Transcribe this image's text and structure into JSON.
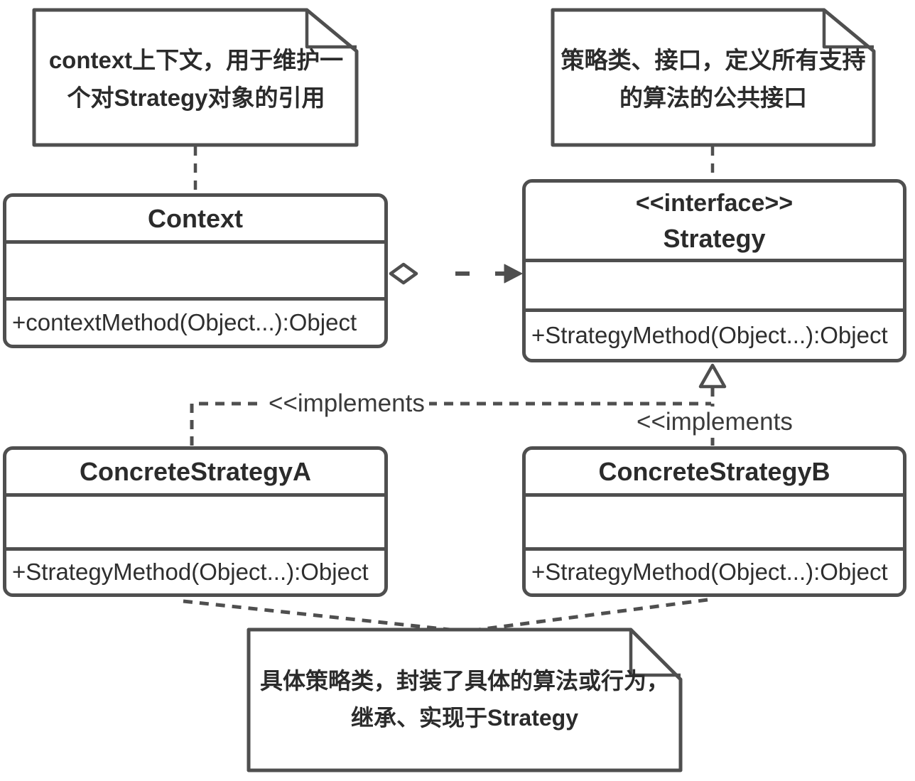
{
  "notes": {
    "context": {
      "line1": "context上下文，用于维护一",
      "line2": "个对Strategy对象的引用"
    },
    "strategy": {
      "line1": "策略类、接口，定义所有支持",
      "line2": "的算法的公共接口"
    },
    "concrete": {
      "line1": "具体策略类，封装了具体的算法或行为，",
      "line2": "继承、实现于Strategy"
    }
  },
  "classes": {
    "context": {
      "name": "Context",
      "method": "+contextMethod(Object...):Object"
    },
    "strategy": {
      "stereotype": "<<interface>>",
      "name": "Strategy",
      "method": "+StrategyMethod(Object...):Object"
    },
    "concreteA": {
      "name": "ConcreteStrategyA",
      "method": "+StrategyMethod(Object...):Object"
    },
    "concreteB": {
      "name": "ConcreteStrategyB",
      "method": "+StrategyMethod(Object...):Object"
    }
  },
  "connectors": {
    "implements_a_label": "<<implements",
    "implements_b_label": "<<implements"
  },
  "colors": {
    "stroke": "#4f4f4f",
    "text": "#2b2b2b",
    "background": "#ffffff"
  }
}
